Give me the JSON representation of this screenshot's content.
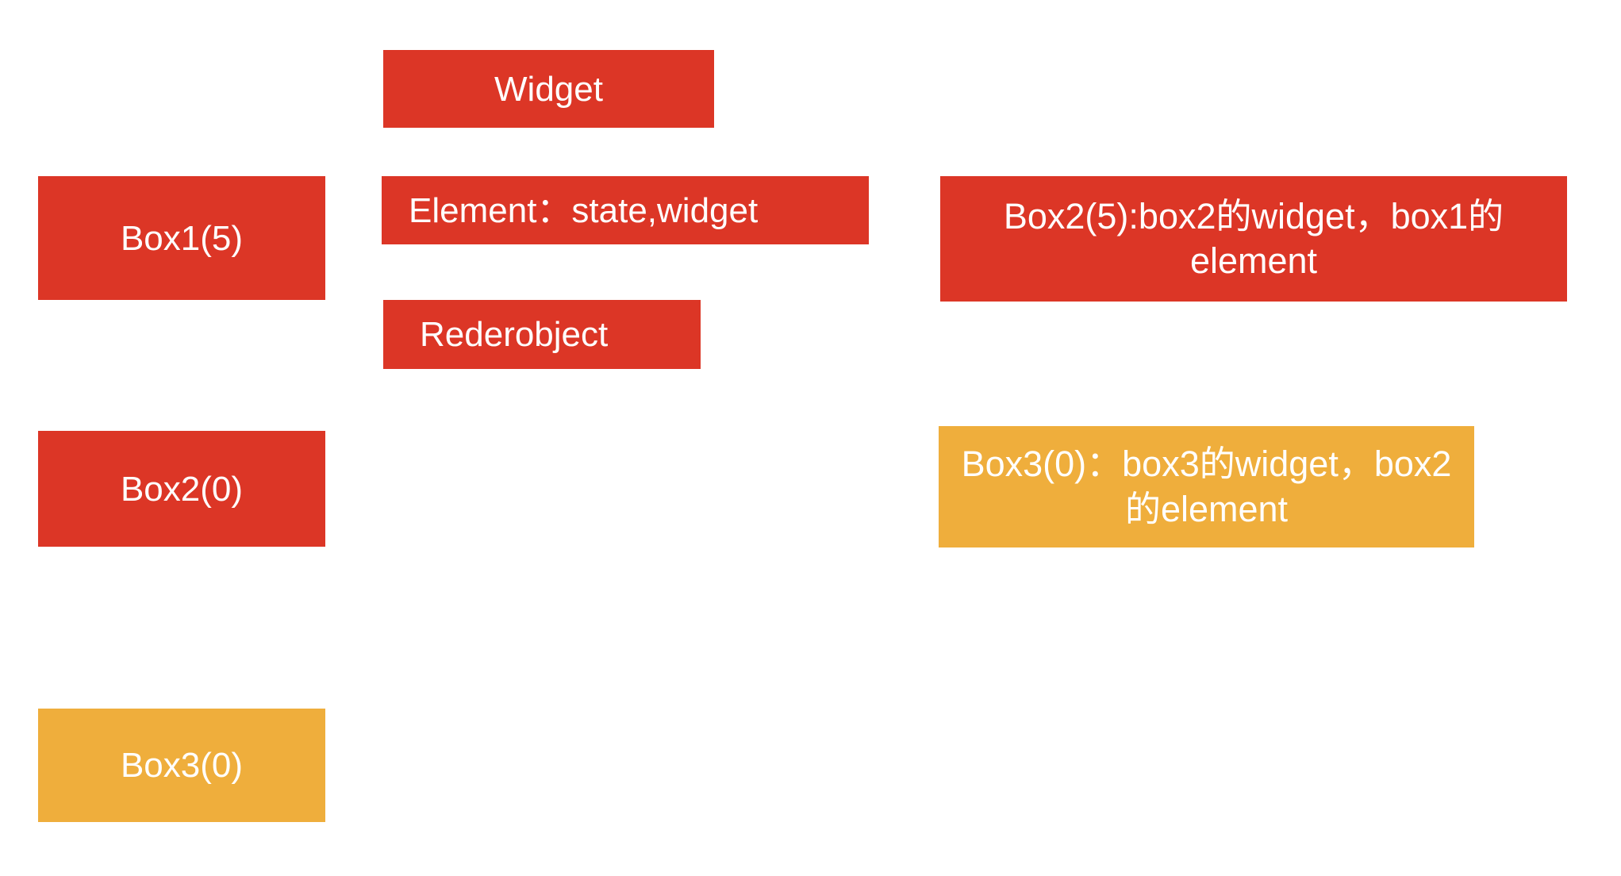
{
  "diagram": {
    "title": "Flutter Widget / Element / RenderObject box diagram",
    "background": "#ffffff",
    "colors": {
      "red": "#DC3626",
      "orange": "#EFAE3C",
      "text": "#FFFFFF"
    },
    "boxes": [
      {
        "id": "widget",
        "label": "Widget",
        "color": "#DC3626",
        "column": "middle"
      },
      {
        "id": "element",
        "label": "Element：state,widget",
        "color": "#DC3626",
        "column": "middle"
      },
      {
        "id": "renderobject",
        "label": "Rederobject",
        "color": "#DC3626",
        "column": "middle"
      },
      {
        "id": "box1",
        "label": "Box1(5)",
        "color": "#DC3626",
        "column": "left"
      },
      {
        "id": "box2_left",
        "label": "Box2(0)",
        "color": "#DC3626",
        "column": "left"
      },
      {
        "id": "box3_left",
        "label": "Box3(0)",
        "color": "#EFAE3C",
        "column": "left"
      },
      {
        "id": "box2_right",
        "label": "Box2(5):box2的widget，box1的element",
        "color": "#DC3626",
        "column": "right"
      },
      {
        "id": "box3_right",
        "label": "Box3(0)：box3的widget，box2的element",
        "color": "#EFAE3C",
        "column": "right"
      }
    ]
  }
}
